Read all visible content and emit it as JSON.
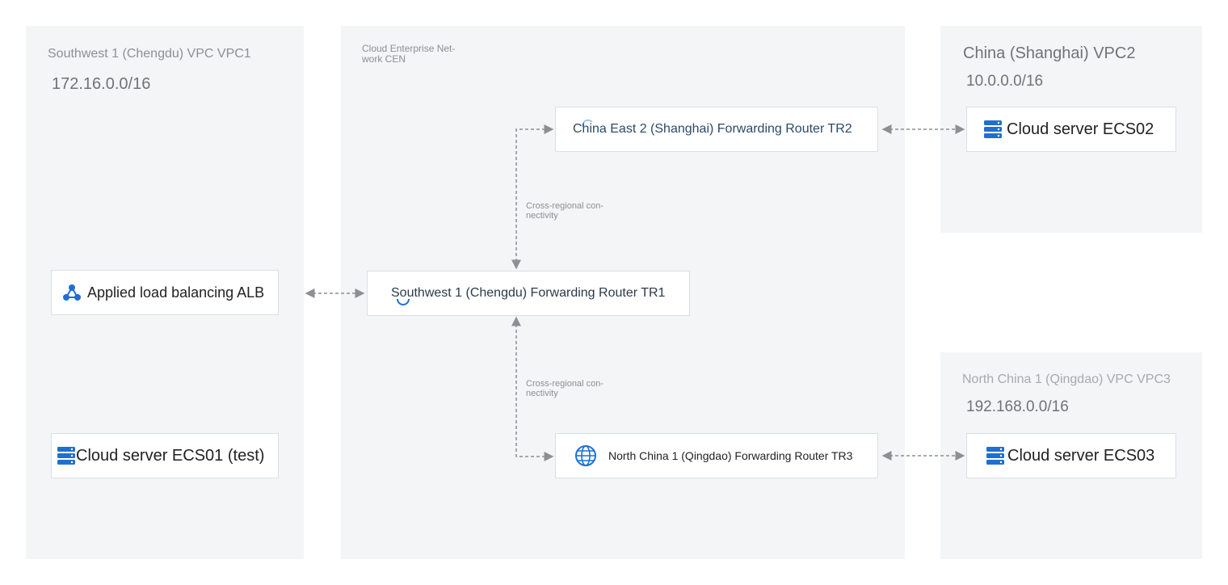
{
  "colors": {
    "region_bg": "#f4f5f7",
    "node_border": "#dcdfe3",
    "icon_blue": "#1f6fd1",
    "connector": "#8c8f94"
  },
  "regions": {
    "vpc1": {
      "title": "Southwest 1 (Chengdu) VPC VPC1",
      "cidr": "172.16.0.0/16"
    },
    "cen": {
      "title": "Cloud Enterprise Net-work CEN"
    },
    "vpc2": {
      "title": "China (Shanghai) VPC2",
      "cidr": "10.0.0.0/16"
    },
    "vpc3": {
      "title": "North China 1 (Qingdao) VPC VPC3",
      "cidr": "192.168.0.0/16"
    }
  },
  "nodes": {
    "alb": {
      "label": "Applied load balancing ALB",
      "icon": "load-balancer-icon"
    },
    "ecs01": {
      "label": "Cloud server ECS01 (test)",
      "icon": "server-icon"
    },
    "tr1": {
      "label": "Southwest 1 (Chengdu) Forwarding Router TR1",
      "icon": "router-icon"
    },
    "tr2": {
      "label": "China East 2 (Shanghai) Forwarding Router TR2",
      "icon": "router-icon"
    },
    "tr3": {
      "label": "North China 1 (Qingdao) Forwarding Router TR3",
      "icon": "globe-router-icon"
    },
    "ecs02": {
      "label": "Cloud server ECS02",
      "icon": "server-icon"
    },
    "ecs03": {
      "label": "Cloud server ECS03",
      "icon": "server-icon"
    }
  },
  "connections": {
    "tr1_tr2_label": "Cross-regional con-nectivity",
    "tr1_tr3_label": "Cross-regional con-nectivity"
  }
}
